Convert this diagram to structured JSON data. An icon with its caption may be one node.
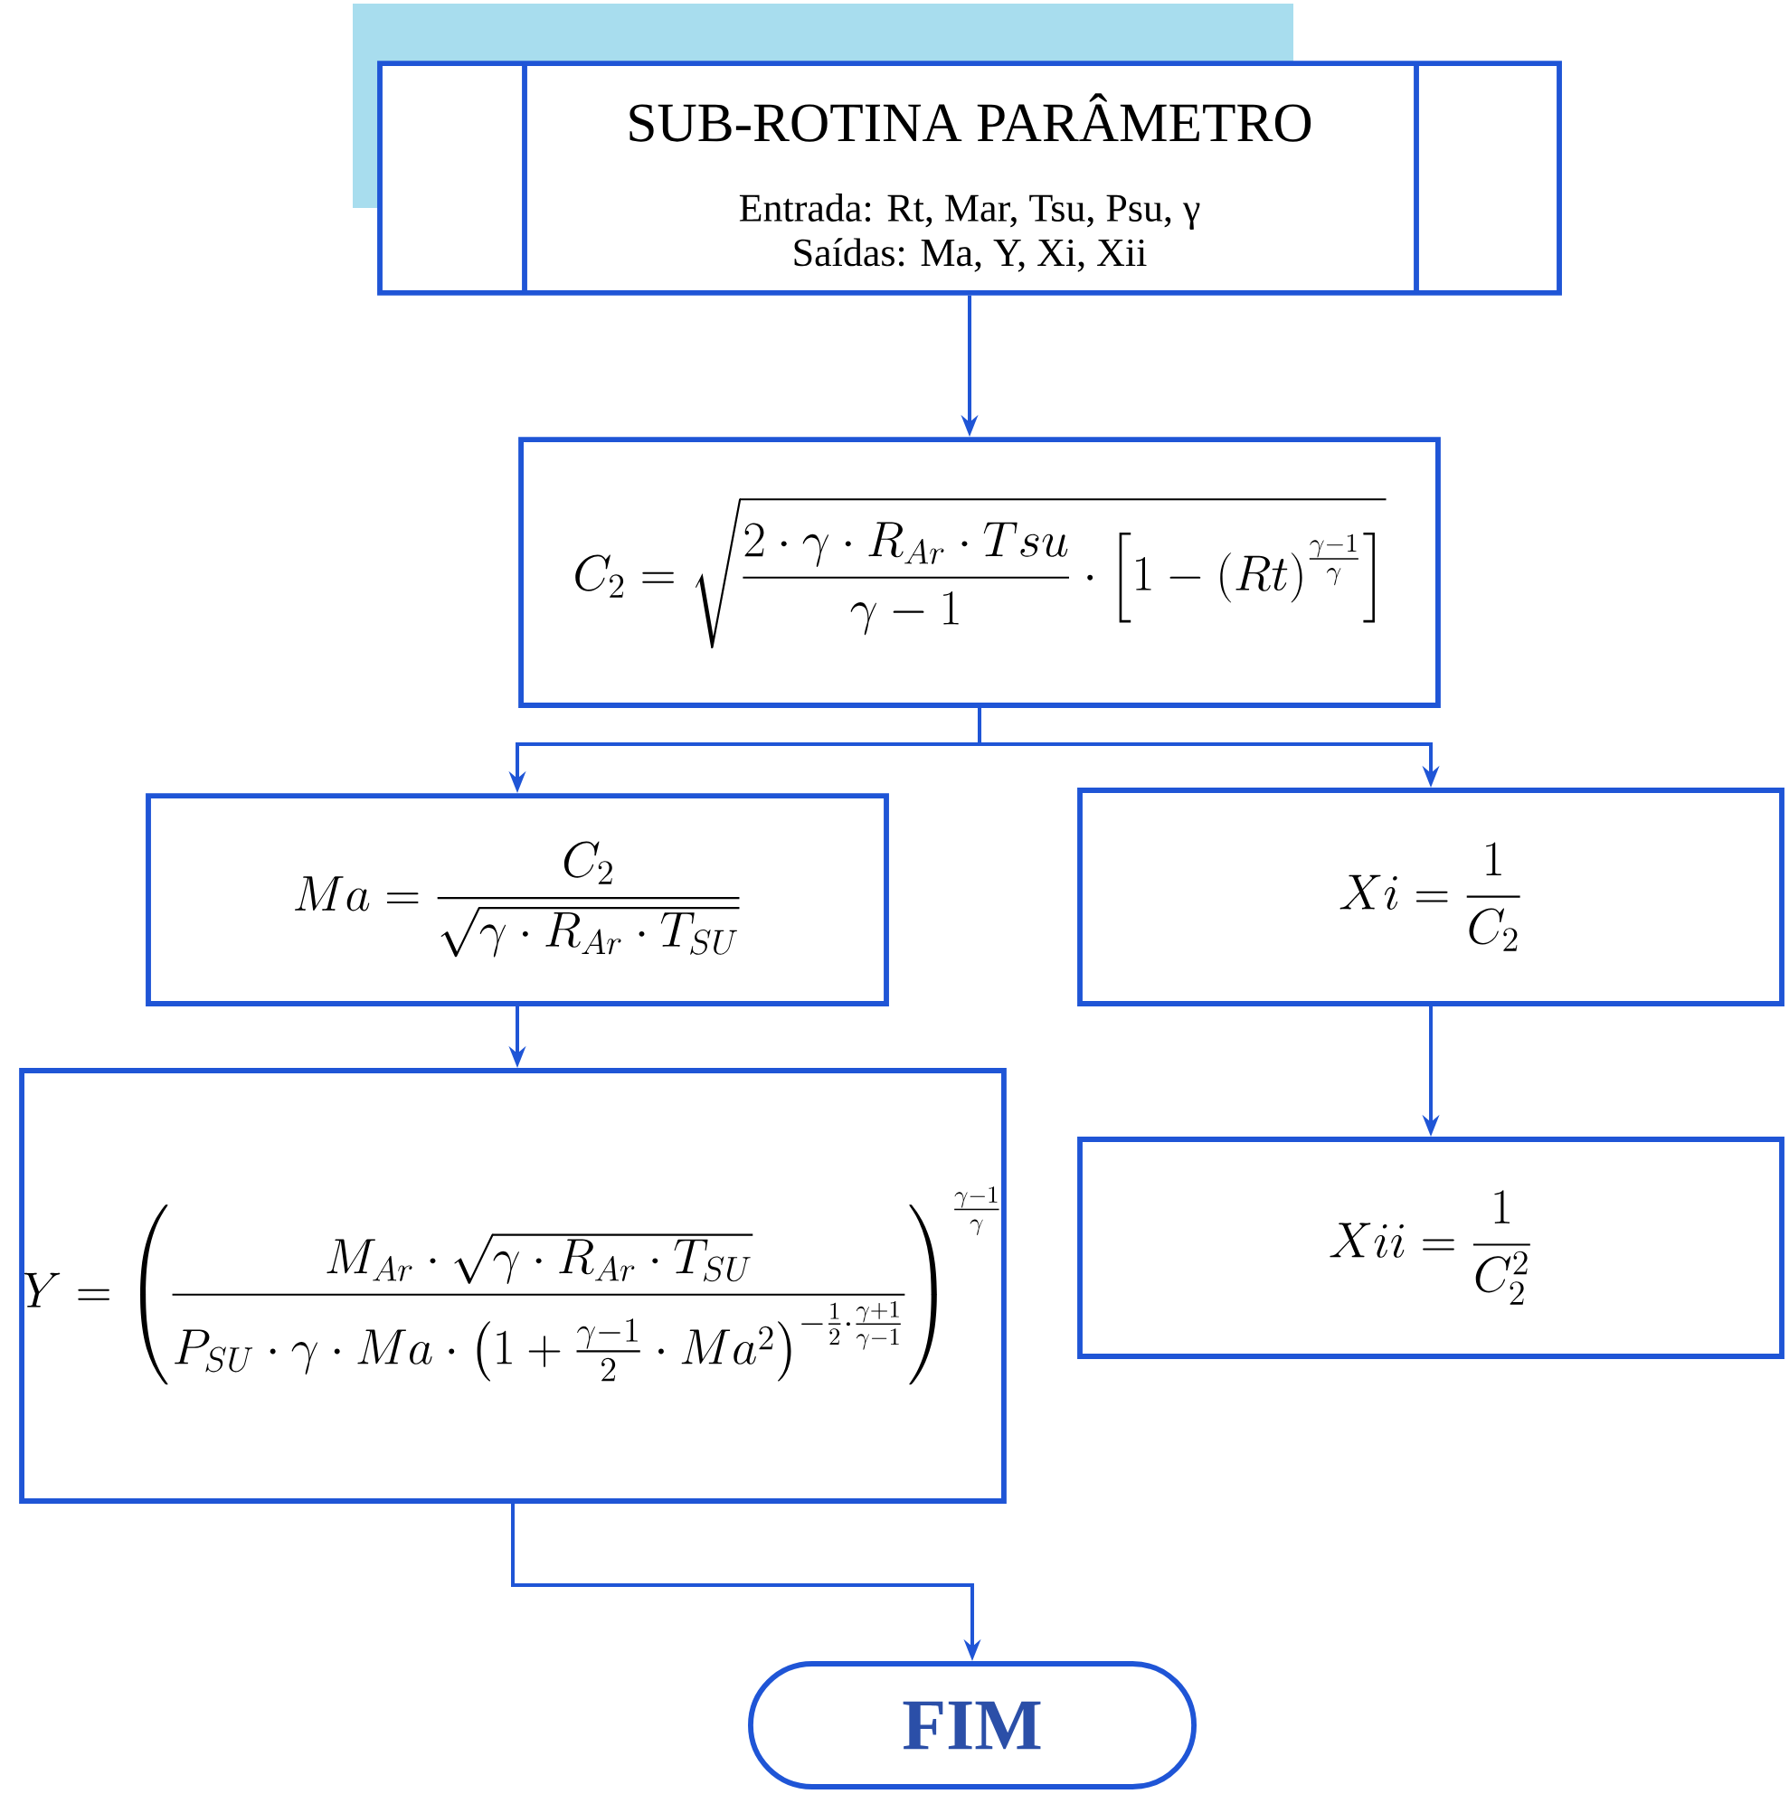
{
  "diagram": {
    "nodes": [
      {
        "text": [
          "SUB-ROTINA PARÂMETRO",
          "Entrada: Rt, Mar, Tsu, Psu, γ",
          "Saídas: Ma, Y, Xi, Xii"
        ]
      },
      {
        "text": [
          "C_2 = \\sqrt{\\frac{2\\cdot\\gamma\\cdot R_{Ar}\\cdot Tsu}{\\gamma-1}\\cdot\\left[1-(Rt)^{\\frac{\\gamma-1}{\\gamma}}\\right]}"
        ]
      },
      {
        "text": [
          "Ma = \\frac{C_2}{\\sqrt{\\gamma\\cdot R_{Ar}\\cdot T_{SU}}}"
        ]
      },
      {
        "text": [
          "Xi = \\frac{1}{C_2}"
        ]
      },
      {
        "text": [
          "Y = \\left(\\frac{M_{Ar}\\cdot\\sqrt{\\gamma\\cdot R_{Ar}\\cdot T_{SU}}}{P_{SU}\\cdot\\gamma\\cdot Ma\\cdot\\left(1+\\frac{\\gamma-1}{2}\\cdot Ma^2\\right)^{-\\frac{1}{2}\\cdot\\frac{\\gamma+1}{\\gamma-1}}}\\right)^{\\frac{\\gamma-1}{\\gamma}}"
        ]
      },
      {
        "text": [
          "Xii = \\frac{1}{C_2^2}"
        ]
      },
      {
        "text": [
          "FIM"
        ]
      }
    ],
    "edges": [
      {
        "from": 0,
        "to": 1,
        "arrow": "to"
      },
      {
        "from": 1,
        "to": 2,
        "arrow": "to"
      },
      {
        "from": 1,
        "to": 3,
        "arrow": "to"
      },
      {
        "from": 2,
        "to": 4,
        "arrow": "to"
      },
      {
        "from": 3,
        "to": 5,
        "arrow": "to"
      },
      {
        "from": 4,
        "to": 6,
        "arrow": "to"
      }
    ]
  }
}
